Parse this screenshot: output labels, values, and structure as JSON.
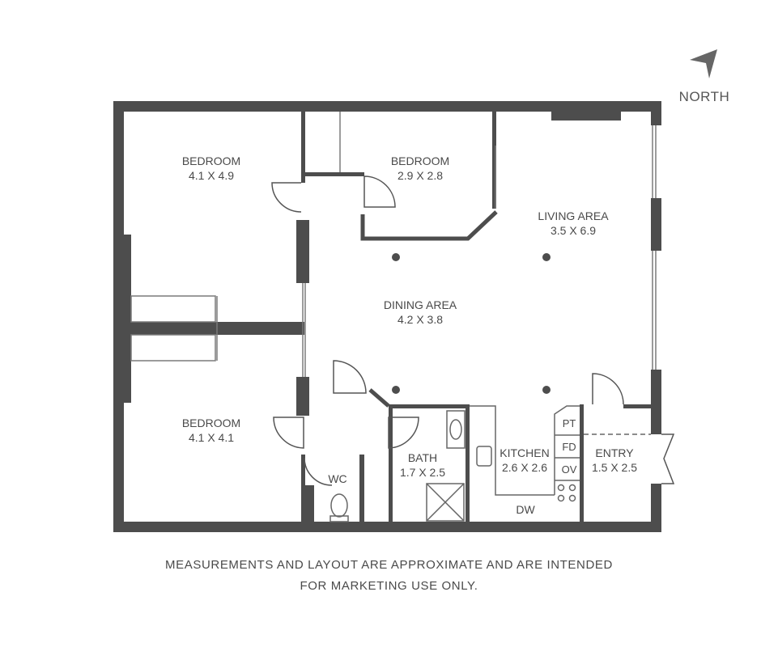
{
  "compass": {
    "label": "NORTH"
  },
  "rooms": {
    "bedroom_nw": {
      "name": "BEDROOM",
      "dims": "4.1 X 4.9"
    },
    "bedroom_center": {
      "name": "BEDROOM",
      "dims": "2.9 X 2.8"
    },
    "bedroom_sw": {
      "name": "BEDROOM",
      "dims": "4.1 X 4.1"
    },
    "living": {
      "name": "LIVING AREA",
      "dims": "3.5 X 6.9"
    },
    "dining": {
      "name": "DINING AREA",
      "dims": "4.2 X 3.8"
    },
    "bath": {
      "name": "BATH",
      "dims": "1.7 X 2.5"
    },
    "kitchen": {
      "name": "KITCHEN",
      "dims": "2.6 X 2.6"
    },
    "entry": {
      "name": "ENTRY",
      "dims": "1.5 X 2.5"
    },
    "wc": {
      "name": "WC"
    }
  },
  "appliances": {
    "pt": "PT",
    "fd": "FD",
    "ov": "OV",
    "dw": "DW"
  },
  "disclaimer": {
    "line1": "MEASUREMENTS AND LAYOUT ARE APPROXIMATE AND ARE INTENDED",
    "line2": "FOR MARKETING USE ONLY."
  },
  "colors": {
    "wall": "#4d4d4d",
    "thin": "#7a7a7a"
  }
}
